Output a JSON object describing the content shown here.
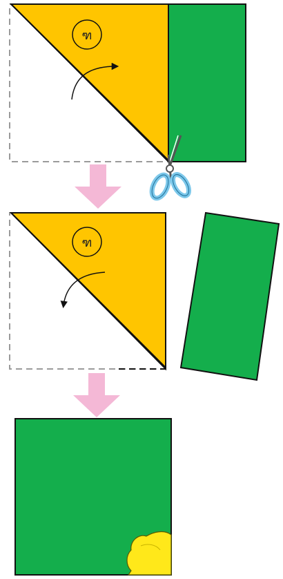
{
  "steps": [
    {
      "marker": "ฑ",
      "fold_arrow": "up"
    },
    {
      "marker": "ฑ",
      "fold_arrow": "down"
    },
    {
      "result": "square"
    }
  ],
  "colors": {
    "yellow": "#ffc500",
    "green": "#14ae4c",
    "pink_arrow": "#f4b8d6",
    "dashed": "#9a9a9a",
    "scissors_blue": "#7dc8ea",
    "flower_yellow": "#ffe81a"
  },
  "icons": [
    "scissors-icon",
    "pink-down-arrow-icon",
    "curved-arrow-icon",
    "flower-decoration-icon"
  ]
}
